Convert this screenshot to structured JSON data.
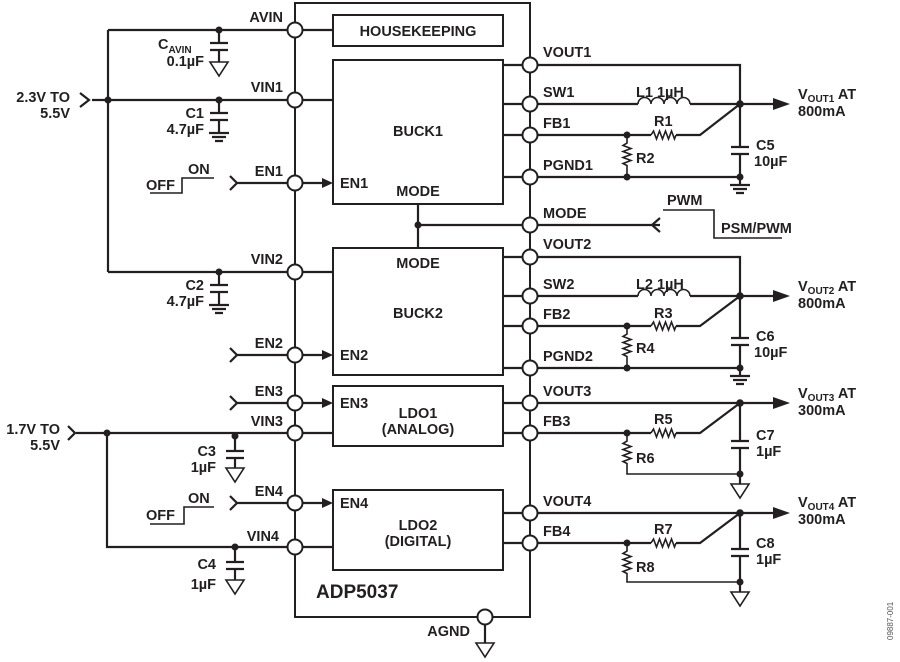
{
  "chip": {
    "part_number": "ADP5037",
    "figure_code": "09887-001",
    "blocks": {
      "housekeeping": "HOUSEKEEPING",
      "buck1": "BUCK1",
      "buck2": "BUCK2",
      "ldo1_line1": "LDO1",
      "ldo1_line2": "(ANALOG)",
      "ldo2_line1": "LDO2",
      "ldo2_line2": "(DIGITAL)",
      "buck1_en": "EN1",
      "buck1_mode": "MODE",
      "buck2_mode": "MODE",
      "buck2_en": "EN2",
      "ldo1_en": "EN3",
      "ldo2_en": "EN4"
    },
    "left_pins": [
      "AVIN",
      "VIN1",
      "EN1",
      "VIN2",
      "EN2",
      "EN3",
      "VIN3",
      "EN4",
      "VIN4"
    ],
    "right_pins": [
      "VOUT1",
      "SW1",
      "FB1",
      "PGND1",
      "MODE",
      "VOUT2",
      "SW2",
      "FB2",
      "PGND2",
      "VOUT3",
      "FB3",
      "VOUT4",
      "FB4"
    ],
    "bottom_pin": "AGND"
  },
  "inputs": {
    "supply1_line1": "2.3V TO",
    "supply1_line2": "5.5V",
    "supply2_line1": "1.7V TO",
    "supply2_line2": "5.5V",
    "en_off": "OFF",
    "en_on": "ON",
    "mode_high": "PWM",
    "mode_low": "PSM/PWM"
  },
  "components": {
    "cavin_name": "C",
    "cavin_sub": "AVIN",
    "cavin_value": "0.1µF",
    "c1_name": "C1",
    "c1_value": "4.7µF",
    "c2_name": "C2",
    "c2_value": "4.7µF",
    "c3_name": "C3",
    "c3_value": "1µF",
    "c4_name": "C4",
    "c4_value": "1µF",
    "c5_name": "C5",
    "c5_value": "10µF",
    "c6_name": "C6",
    "c6_value": "10µF",
    "c7_name": "C7",
    "c7_value": "1µF",
    "c8_name": "C8",
    "c8_value": "1µF",
    "l1": "L1  1µH",
    "l2": "L2  1µH",
    "r1": "R1",
    "r2": "R2",
    "r3": "R3",
    "r4": "R4",
    "r5": "R5",
    "r6": "R6",
    "r7": "R7",
    "r8": "R8"
  },
  "outputs": [
    {
      "v": "V",
      "sub": "OUT1",
      "suffix": " AT",
      "current": "800mA"
    },
    {
      "v": "V",
      "sub": "OUT2",
      "suffix": " AT",
      "current": "800mA"
    },
    {
      "v": "V",
      "sub": "OUT3",
      "suffix": " AT",
      "current": "300mA"
    },
    {
      "v": "V",
      "sub": "OUT4",
      "suffix": " AT",
      "current": "300mA"
    }
  ]
}
